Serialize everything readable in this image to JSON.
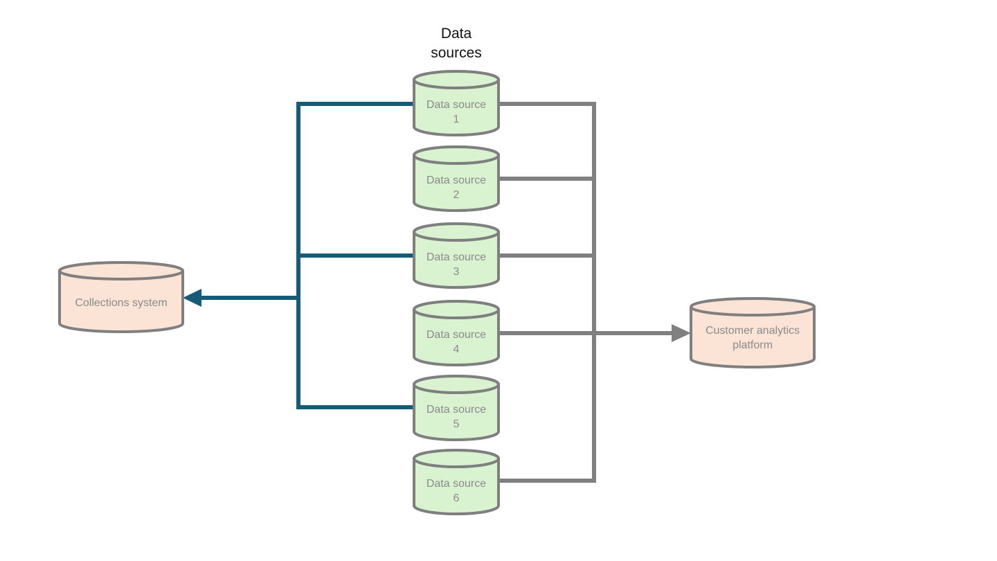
{
  "heading": {
    "line1": "Data",
    "line2": "sources"
  },
  "sources": [
    {
      "line1": "Data source",
      "line2": "1",
      "to_collections": true,
      "to_analytics": true
    },
    {
      "line1": "Data source",
      "line2": "2",
      "to_collections": false,
      "to_analytics": true
    },
    {
      "line1": "Data source",
      "line2": "3",
      "to_collections": true,
      "to_analytics": true
    },
    {
      "line1": "Data source",
      "line2": "4",
      "to_collections": false,
      "to_analytics": true
    },
    {
      "line1": "Data source",
      "line2": "5",
      "to_collections": true,
      "to_analytics": false
    },
    {
      "line1": "Data source",
      "line2": "6",
      "to_collections": false,
      "to_analytics": true
    }
  ],
  "collections": {
    "label": "Collections system"
  },
  "analytics": {
    "line1": "Customer analytics",
    "line2": "platform"
  },
  "colors": {
    "source_fill": "#d9f2d0",
    "target_fill": "#fbe3d6",
    "cylinder_stroke": "#7f7f7f",
    "collections_connector": "#155b78",
    "analytics_connector": "#808080"
  }
}
